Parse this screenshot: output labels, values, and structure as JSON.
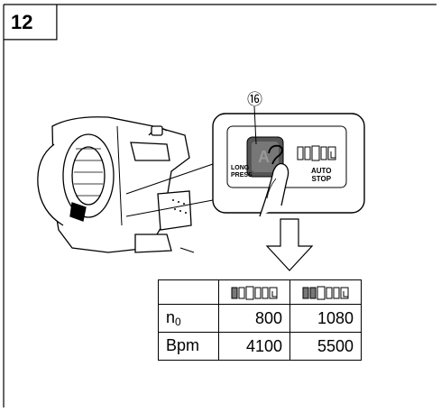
{
  "figure_number": "12",
  "callout_number": "⑯",
  "button_labels": {
    "long_press_line1": "LONG",
    "long_press_line2": "PRESS",
    "auto_line1": "AUTO",
    "auto_line2": "STOP",
    "button_letter": "A"
  },
  "speed_table": {
    "header": [
      "",
      "mode-2-bars-icon",
      "mode-3-bars-icon"
    ],
    "rows": [
      {
        "label": "n",
        "subscript": "0",
        "values": [
          "800",
          "1080"
        ]
      },
      {
        "label": "Bpm",
        "subscript": "",
        "values": [
          "4100",
          "5500"
        ]
      }
    ]
  }
}
